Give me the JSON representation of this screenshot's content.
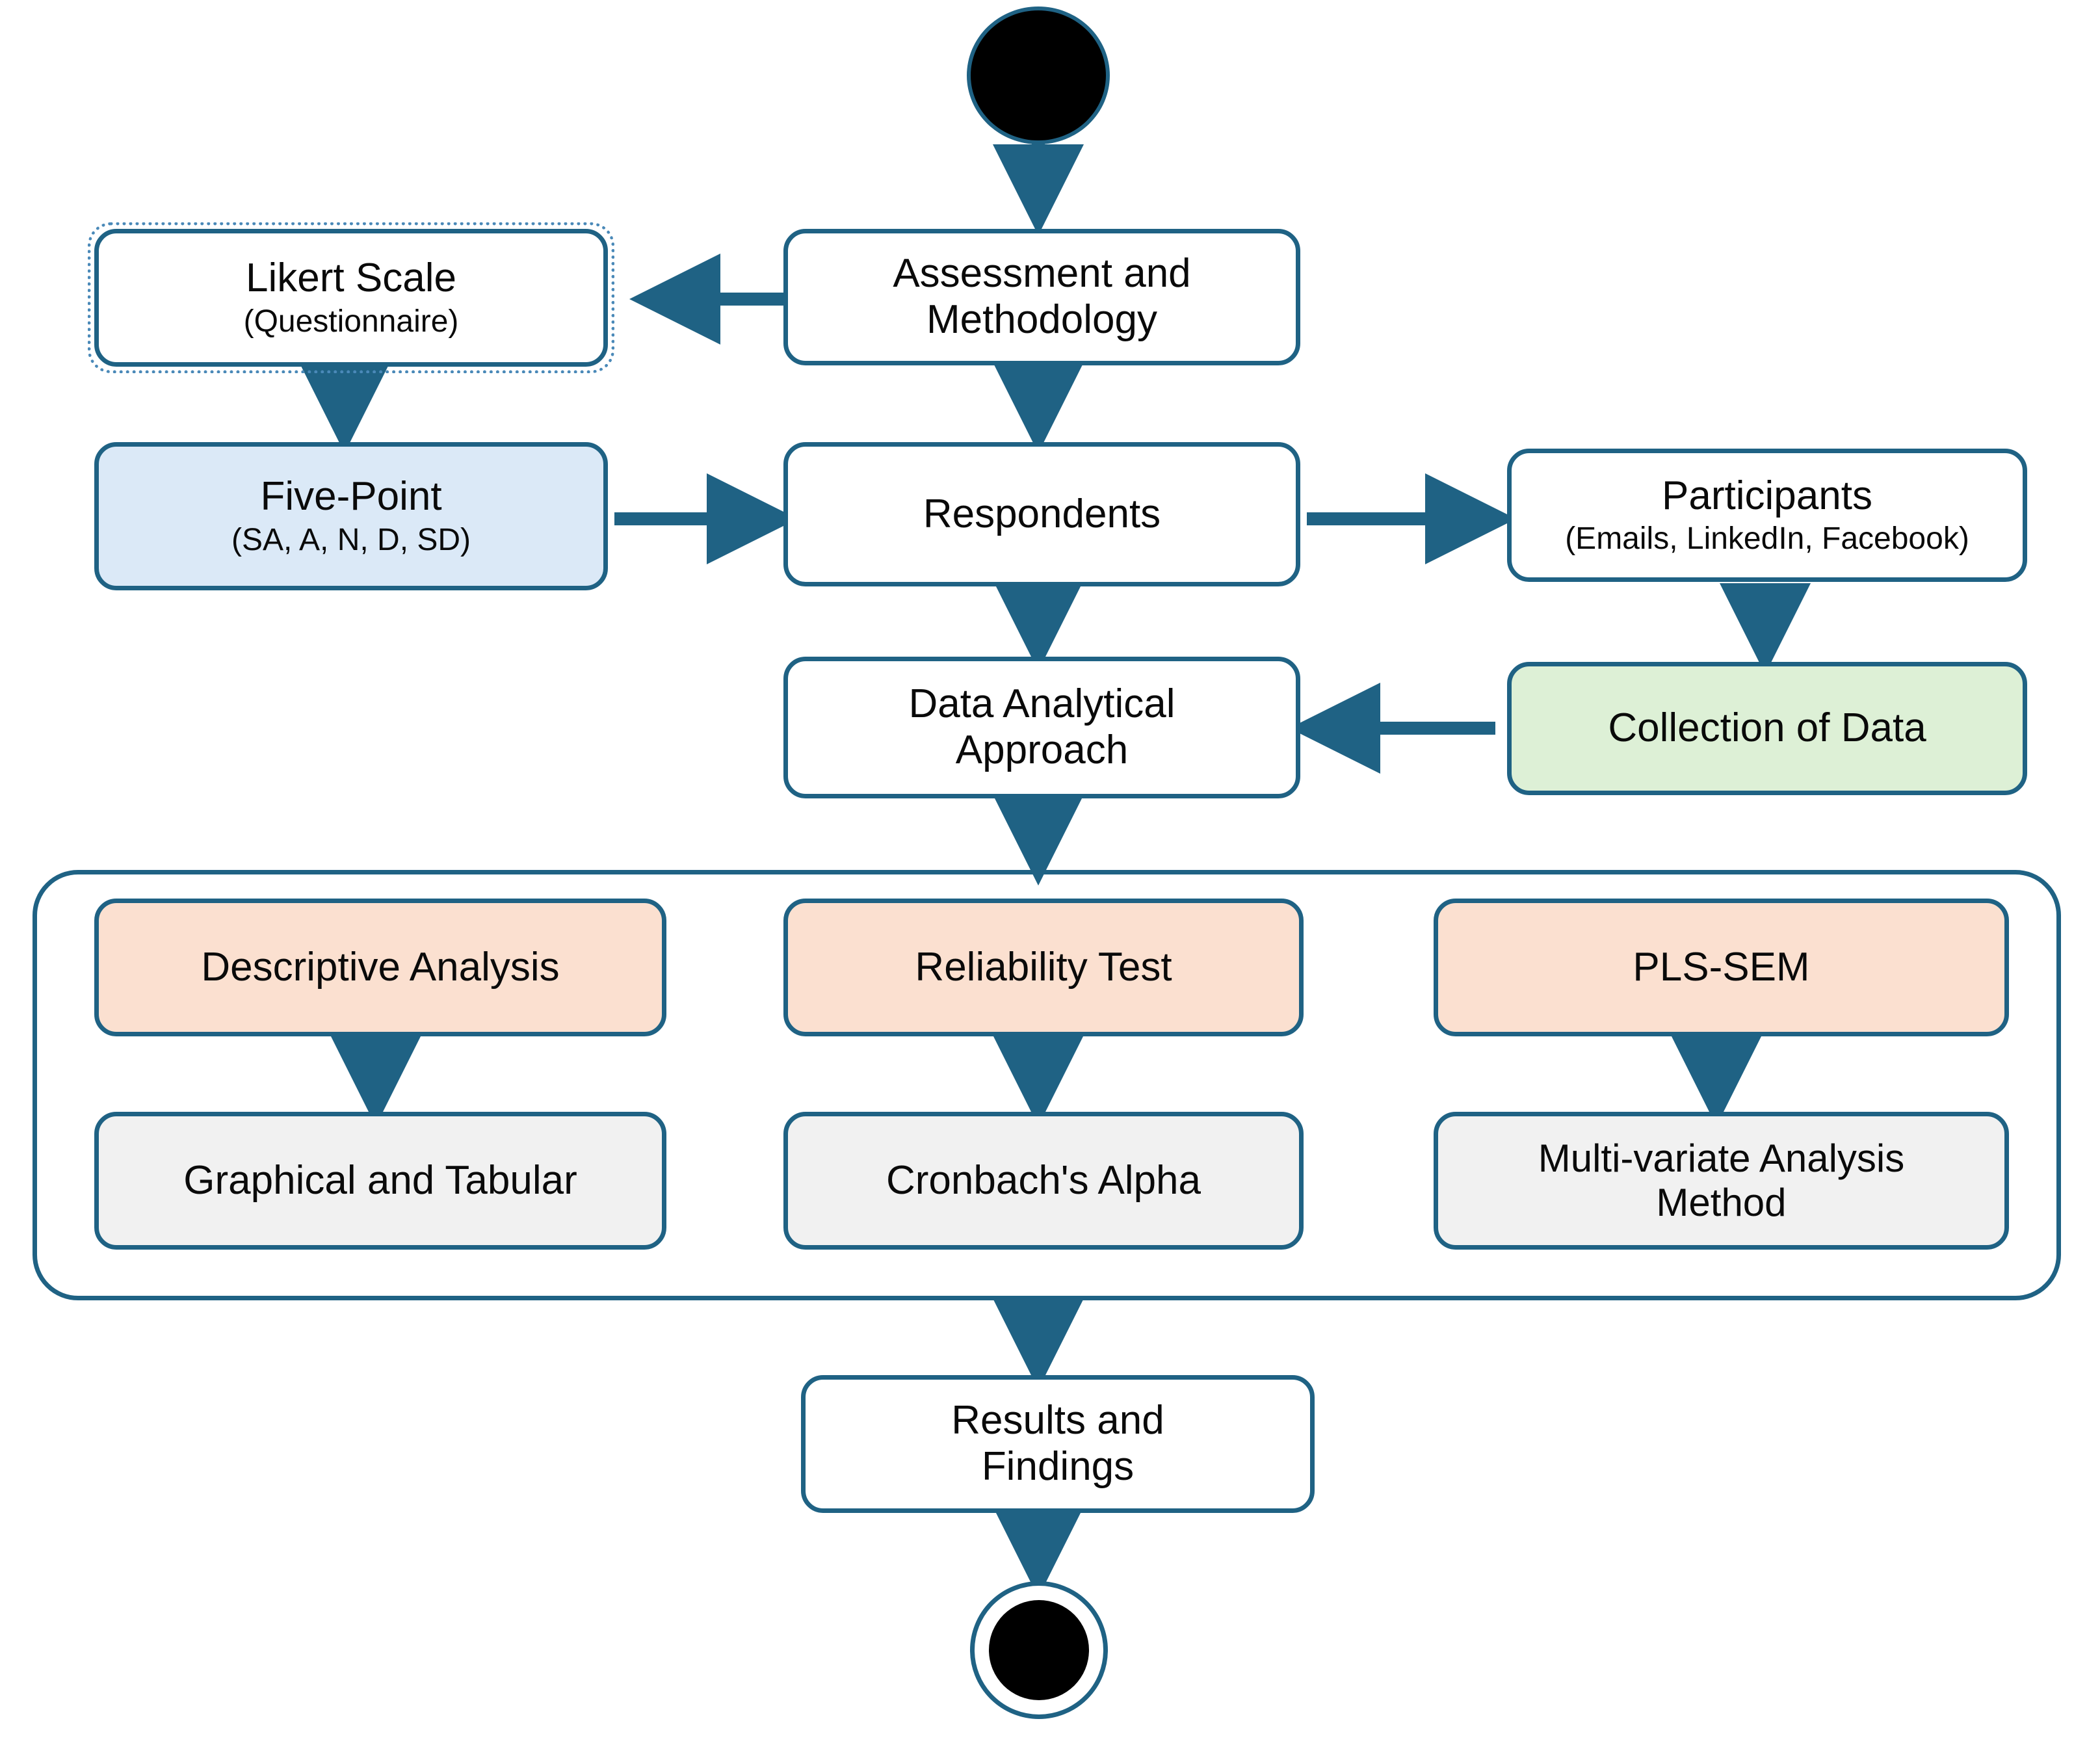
{
  "diagram": {
    "title": "Research Methodology Activity Diagram",
    "accent_color": "#1f6284",
    "background": "#ffffff",
    "fills": {
      "white": "#ffffff",
      "blue": "#dbe9f7",
      "green": "#ddf0d6",
      "peach": "#fbe0d0",
      "gray": "#f1f1f1"
    }
  },
  "nodes": {
    "start": {
      "label": "",
      "shape": "filled-circle"
    },
    "assessment": {
      "title": "Assessment and\nMethodology"
    },
    "likert": {
      "title": "Likert Scale",
      "sub": "(Questionnaire)"
    },
    "five_point": {
      "title": "Five-Point",
      "sub": "(SA, A, N, D, SD)"
    },
    "respondents": {
      "title": "Respondents"
    },
    "participants": {
      "title": "Participants",
      "sub": "(Emails, LinkedIn, Facebook)"
    },
    "collection": {
      "title": "Collection of Data"
    },
    "data_analytical": {
      "title": "Data Analytical\nApproach"
    },
    "descriptive": {
      "title": "Descriptive Analysis"
    },
    "reliability": {
      "title": "Reliability Test"
    },
    "pls_sem": {
      "title": "PLS-SEM"
    },
    "graphical": {
      "title": "Graphical and Tabular"
    },
    "cronbach": {
      "title": "Cronbach's Alpha"
    },
    "multivariate": {
      "title": "Multi-variate Analysis\nMethod"
    },
    "results": {
      "title": "Results and\nFindings"
    },
    "end": {
      "label": "",
      "shape": "double-filled-circle"
    }
  },
  "edges": [
    {
      "from": "start",
      "to": "assessment",
      "direction": "down"
    },
    {
      "from": "assessment",
      "to": "likert",
      "direction": "left"
    },
    {
      "from": "assessment",
      "to": "respondents",
      "direction": "down"
    },
    {
      "from": "likert",
      "to": "five_point",
      "direction": "down"
    },
    {
      "from": "five_point",
      "to": "respondents",
      "direction": "right"
    },
    {
      "from": "respondents",
      "to": "participants",
      "direction": "right"
    },
    {
      "from": "respondents",
      "to": "data_analytical",
      "direction": "down"
    },
    {
      "from": "participants",
      "to": "collection",
      "direction": "down"
    },
    {
      "from": "collection",
      "to": "data_analytical",
      "direction": "left"
    },
    {
      "from": "data_analytical",
      "to": "analysis_group",
      "direction": "down"
    },
    {
      "from": "descriptive",
      "to": "graphical",
      "direction": "down"
    },
    {
      "from": "reliability",
      "to": "cronbach",
      "direction": "down"
    },
    {
      "from": "pls_sem",
      "to": "multivariate",
      "direction": "down"
    },
    {
      "from": "analysis_group",
      "to": "results",
      "direction": "down"
    },
    {
      "from": "results",
      "to": "end",
      "direction": "down"
    }
  ]
}
